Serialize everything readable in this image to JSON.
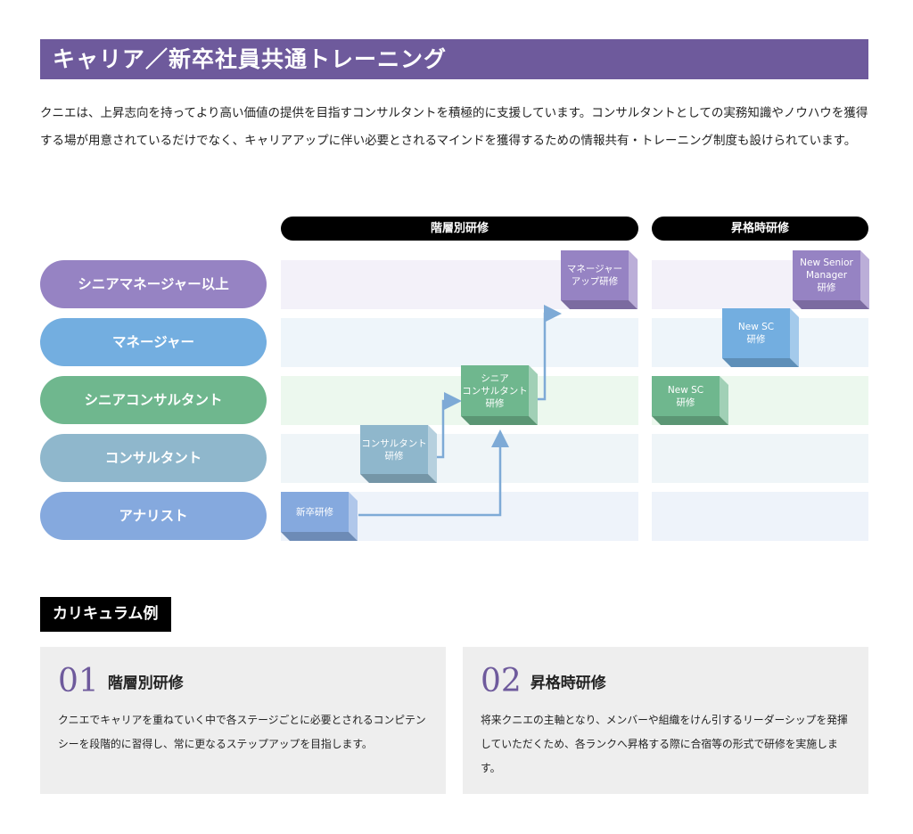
{
  "header": {
    "title": "キャリア／新卒社員共通トレーニング",
    "intro": "クニエは、上昇志向を持ってより高い価値の提供を目指すコンサルタントを積極的に支援しています。コンサルタントとしての実務知識やノウハウを獲得する場が用意されているだけでなく、キャリアアップに伴い必要とされるマインドを獲得するための情報共有・トレーニング制度も設けられています。"
  },
  "diagram": {
    "column_headers": [
      "階層別研修",
      "昇格時研修"
    ],
    "ranks": [
      {
        "label": "シニアマネージャー以上",
        "color": "#9683c3"
      },
      {
        "label": "マネージャー",
        "color": "#73aee0"
      },
      {
        "label": "シニアコンサルタント",
        "color": "#6fb78e"
      },
      {
        "label": "コンサルタント",
        "color": "#8fb7cc"
      },
      {
        "label": "アナリスト",
        "color": "#85a9de"
      }
    ],
    "lane_colors": [
      "#f3f1f9",
      "#eef5fa",
      "#ecf8ee",
      "#eff5f8",
      "#eef3fa"
    ],
    "arrow_color": "#7eaad6",
    "trainings_layer": [
      {
        "label": "新卒研修",
        "rank": 4
      },
      {
        "label": "コンサルタント\n研修",
        "rank": 3
      },
      {
        "label": "シニア\nコンサルタント\n研修",
        "rank": 2
      },
      {
        "label": "マネージャー\nアップ研修",
        "rank": 0
      }
    ],
    "trainings_promotion": [
      {
        "label": "New SC\n研修",
        "rank": 2
      },
      {
        "label": "New SC\n研修",
        "rank": 1
      },
      {
        "label": "New Senior\nManager\n研修",
        "rank": 0
      }
    ]
  },
  "curriculum": {
    "tag": "カリキュラム例",
    "cards": [
      {
        "num": "01",
        "title": "階層別研修",
        "body": "クニエでキャリアを重ねていく中で各ステージごとに必要とされるコンピテンシーを段階的に習得し、常に更なるステップアップを目指します。"
      },
      {
        "num": "02",
        "title": "昇格時研修",
        "body": "将来クニエの主軸となり、メンバーや組織をけん引するリーダーシップを発揮していただくため、各ランクへ昇格する際に合宿等の形式で研修を実施します。"
      }
    ]
  }
}
